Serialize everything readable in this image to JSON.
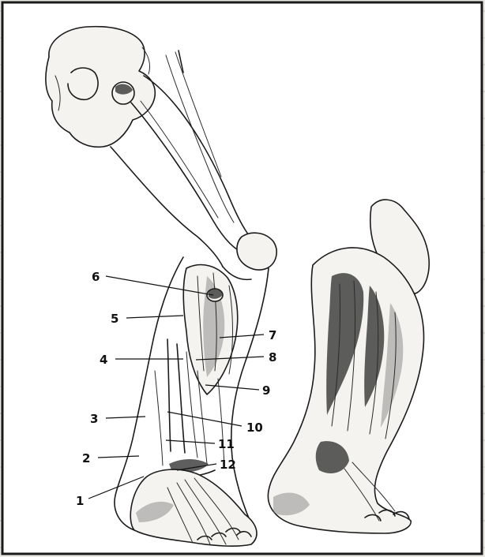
{
  "figure": {
    "labels": [
      "1",
      "2",
      "3",
      "4",
      "5",
      "6",
      "7",
      "8",
      "9",
      "10",
      "11",
      "12"
    ]
  },
  "colors": {
    "page_background": "#e9e8e2",
    "panel": "#ffffff",
    "ink": "#1b1b1b"
  }
}
